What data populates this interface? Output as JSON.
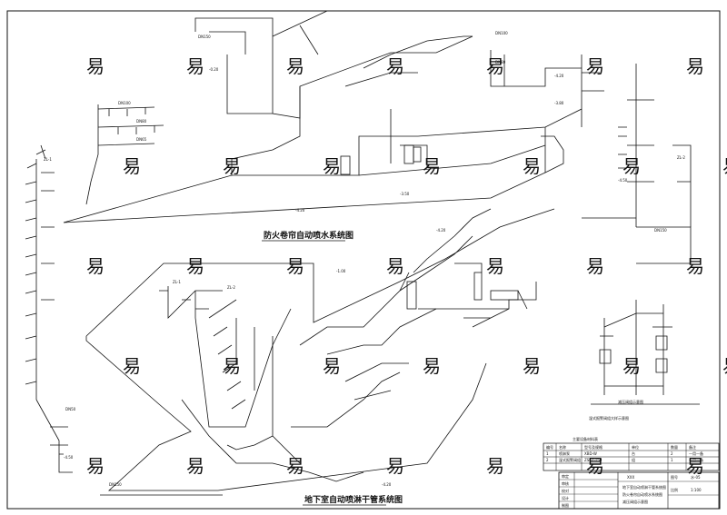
{
  "titles": {
    "upper_system": "防火卷帘自动喷水系统图",
    "lower_system": "地下室自动喷淋干管系统图",
    "detail_valve": "减压阀组示意图",
    "detail_check": "湿式报警阀组大样示意图"
  },
  "equipment_table": {
    "title": "主要设备材料表",
    "headers": [
      "编号",
      "名称",
      "型号及规格",
      "单位",
      "数量",
      "备注"
    ],
    "rows": [
      [
        "1",
        "喷淋泵",
        "XBD-W",
        "台",
        "2",
        "一用一备"
      ],
      [
        "2",
        "湿式报警阀组",
        "ZSFZ-150",
        "组",
        "1",
        "一用一备"
      ]
    ]
  },
  "title_block": {
    "drawing_name_lines": [
      "地下室自动喷淋干管系统图",
      "防火卷帘自动喷水系统图",
      "减压阀组示意图"
    ],
    "scale_label": "比例",
    "scale_value": "1:100",
    "sheet_label": "图号",
    "sheet_value": "水-05",
    "company": "XXX",
    "rows": [
      "审定",
      "审核",
      "校对",
      "设计",
      "制图"
    ]
  },
  "annotations": {
    "pipe_dn150": "DN150",
    "pipe_dn100": "DN100",
    "pipe_dn80": "DN80",
    "pipe_dn65": "DN65",
    "pipe_dn50": "DN50",
    "elev_a": "-4.20",
    "elev_b": "-3.80",
    "elev_c": "-4.50",
    "elev_d": "-0.20",
    "elev_e": "-3.50",
    "elev_f": "-1.00",
    "zl": "ZL-1",
    "zl2": "ZL-2",
    "wm": "易"
  },
  "colors": {
    "line": "#111111",
    "watermark": "#dcdcdc",
    "background": "#ffffff"
  }
}
